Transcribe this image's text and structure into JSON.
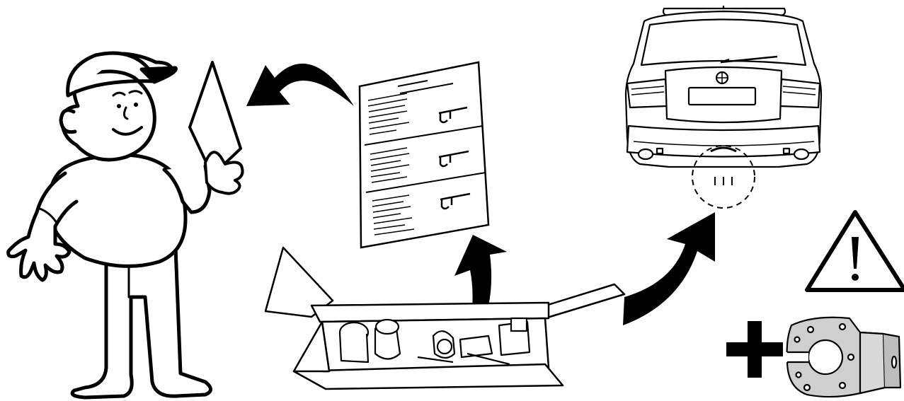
{
  "diagram": {
    "panels": [
      {
        "id": "mechanic",
        "icon": "mechanic-figure"
      },
      {
        "id": "instructions",
        "icon": "instruction-sheet"
      },
      {
        "id": "kit_box",
        "icon": "open-parts-box"
      },
      {
        "id": "vehicle",
        "icon": "car-rear-view"
      },
      {
        "id": "warning",
        "icon": "warning-triangle-icon"
      },
      {
        "id": "extra_part",
        "icon": "plus-icon"
      },
      {
        "id": "bracket",
        "icon": "socket-bracket"
      }
    ],
    "arrows": [
      "arrow-sheet-to-mechanic",
      "arrow-box-to-sheet",
      "arrow-box-to-car"
    ],
    "colors": {
      "ink": "#000000",
      "paper": "#ffffff",
      "metal": "#cfcfcf"
    }
  }
}
